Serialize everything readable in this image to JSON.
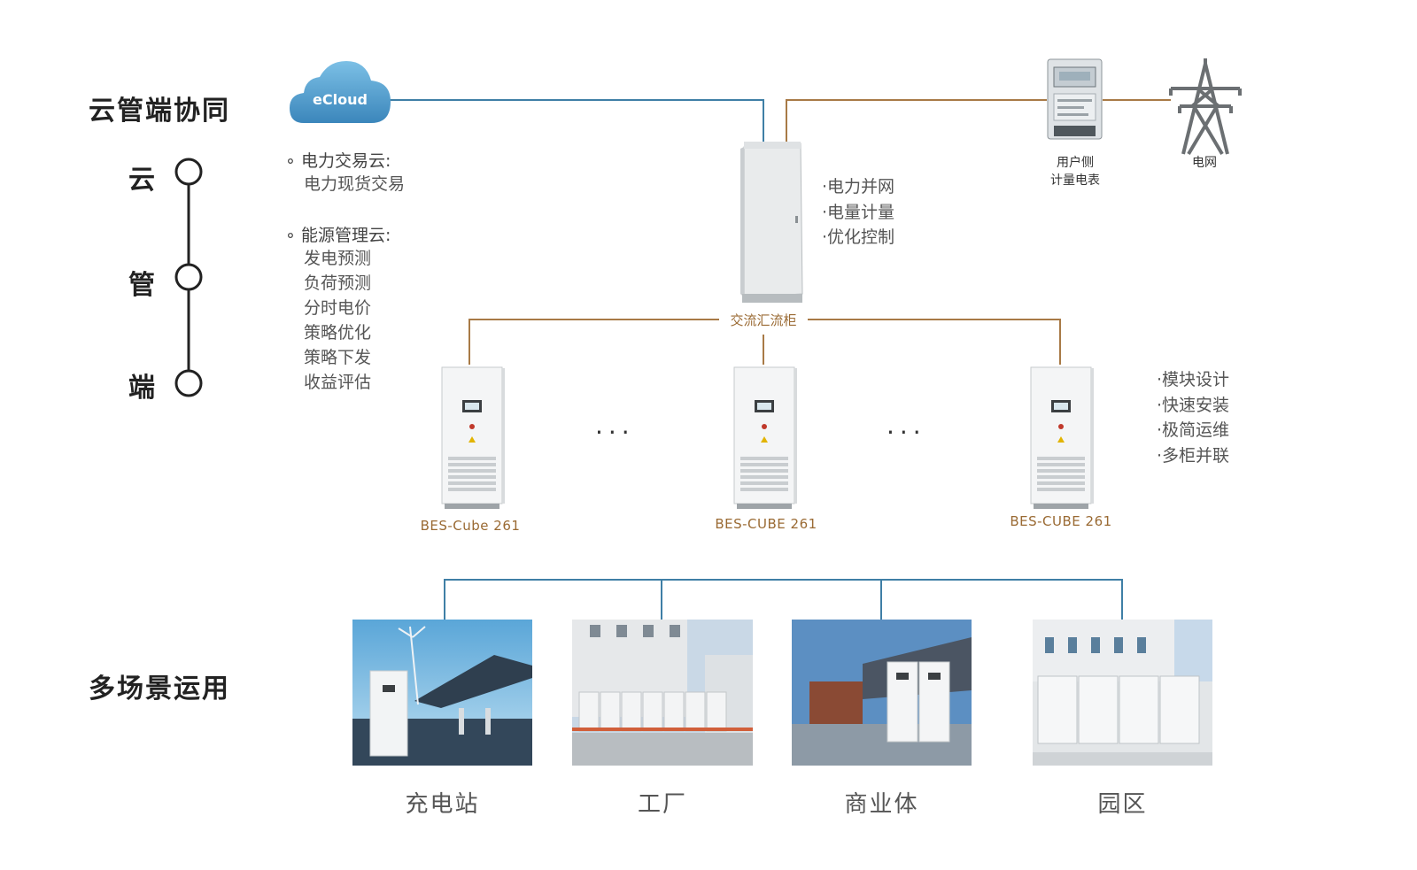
{
  "left": {
    "heading_top": "云管端协同",
    "tiers": [
      "云",
      "管",
      "端"
    ],
    "heading_bottom": "多场景运用"
  },
  "cloud": {
    "label": "eCloud",
    "groups": [
      {
        "title": "电力交易云:",
        "items": [
          "电力现货交易"
        ]
      },
      {
        "title": "能源管理云:",
        "items": [
          "发电预测",
          "负荷预测",
          "分时电价",
          "策略优化",
          "策略下发",
          "收益评估"
        ]
      }
    ]
  },
  "ac_cabinet": {
    "label": "交流汇流柜",
    "features": [
      "·电力并网",
      "·电量计量",
      "·优化控制"
    ]
  },
  "meter": {
    "label_line1": "用户侧",
    "label_line2": "计量电表"
  },
  "grid": {
    "label": "电网"
  },
  "storage": {
    "units": [
      {
        "label": "BES-Cube 261"
      },
      {
        "label": "BES-CUBE 261"
      },
      {
        "label": "BES-CUBE 261"
      }
    ],
    "ellipsis": "···",
    "features": [
      "·模块设计",
      "·快速安装",
      "·极简运维",
      "·多柜并联"
    ]
  },
  "scenarios": [
    {
      "label": "充电站"
    },
    {
      "label": "工厂"
    },
    {
      "label": "商业体"
    },
    {
      "label": "园区"
    }
  ],
  "colors": {
    "blue_line": "#3f7fa6",
    "brown_line": "#a87a46",
    "cloud": "#4a94c4"
  }
}
